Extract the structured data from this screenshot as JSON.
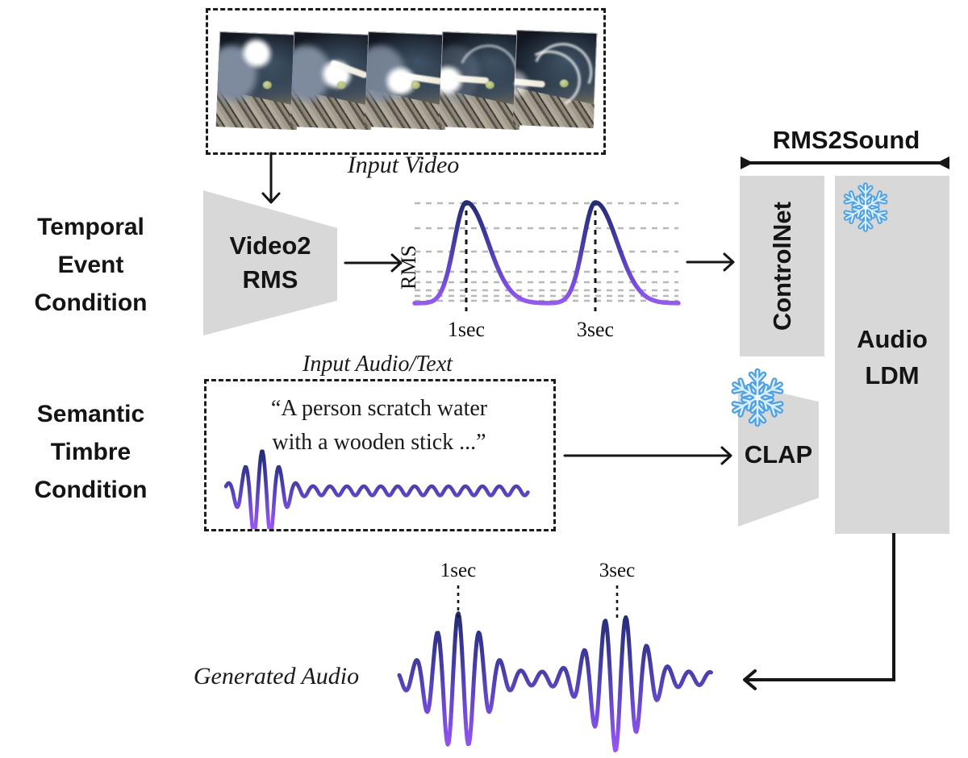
{
  "colors": {
    "block_gray": "#d8d8d8",
    "wave_navy": "#1e2b6e",
    "wave_purple": "#9a57f2",
    "gridline_gray": "#b8b8b8",
    "snowflake_blue": "#4f9fe3",
    "line_black": "#161616"
  },
  "top": {
    "input_video_label": "Input Video",
    "frame_count": 5
  },
  "labels": {
    "temporal": [
      "Temporal",
      "Event",
      "Condition"
    ],
    "semantic": [
      "Semantic",
      "Timbre",
      "Condition"
    ]
  },
  "video2rms": {
    "line1": "Video2",
    "line2": "RMS"
  },
  "rms_plot": {
    "ylabel": "RMS",
    "tick1": "1sec",
    "tick2": "3sec",
    "peak_times_sec": [
      1,
      3
    ],
    "grid": "dashed-horizontal-log-spaced"
  },
  "rms2sound": {
    "title": "RMS2Sound",
    "controlnet": "ControlNet",
    "audio_line1": "Audio",
    "audio_line2": "LDM",
    "clap": "CLAP",
    "frozen_icon": "snowflake"
  },
  "input_audio": {
    "label": "Input Audio/Text",
    "quote1": "“A person scratch water",
    "quote2": "with a wooden stick ...”"
  },
  "generated": {
    "label": "Generated Audio",
    "tick1": "1sec",
    "tick2": "3sec",
    "peak_times_sec": [
      1,
      3
    ]
  }
}
